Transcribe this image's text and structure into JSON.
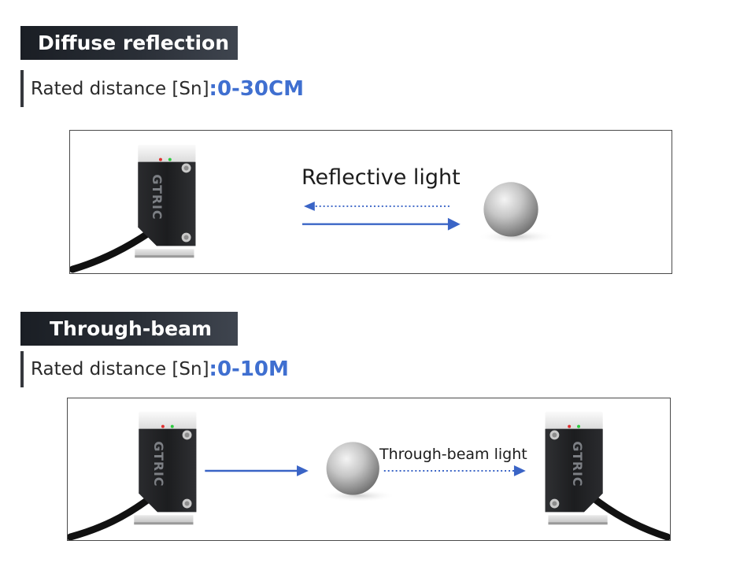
{
  "sections": [
    {
      "title": "Diffuse reflection",
      "rated_label": "Rated distance [Sn]",
      "rated_sep": ":",
      "rated_value": "0-30CM",
      "light_label": "Reflective light",
      "icons": [
        "sensor-icon",
        "target-ball-icon",
        "arrow-right-icon",
        "dotted-arrow-left-icon"
      ]
    },
    {
      "title": "Through-beam",
      "rated_label": "Rated distance [Sn]",
      "rated_sep": ":",
      "rated_value": "0-10M",
      "light_label": "Through-beam light",
      "icons": [
        "emitter-sensor-icon",
        "target-ball-icon",
        "receiver-sensor-icon",
        "arrow-right-icon",
        "dotted-arrow-right-icon"
      ]
    }
  ],
  "brand": "GTRIC",
  "colors": {
    "accent": "#3f6fd0",
    "arrow": "#3a64c6",
    "title_band": "#1f242b",
    "sensor_body": "#1d1e20",
    "led_green": "#2ecc40",
    "led_red": "#e03131"
  }
}
